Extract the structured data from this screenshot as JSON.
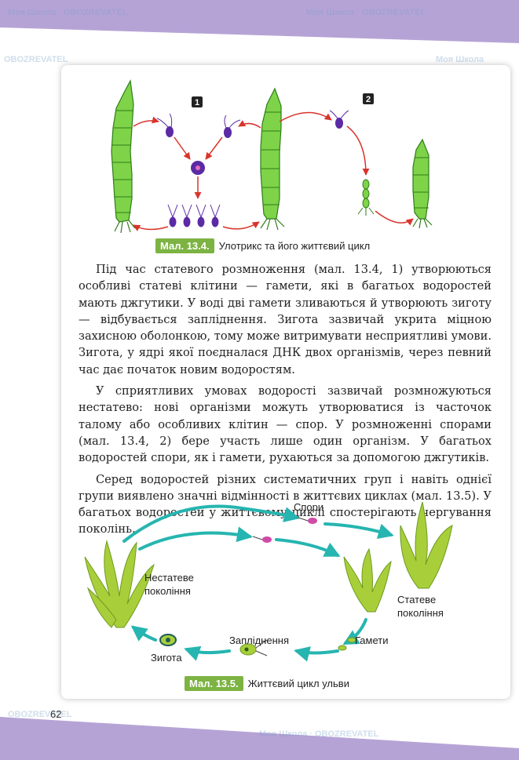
{
  "figure_1": {
    "step_1": "1",
    "step_2": "2",
    "caption_tag": "Мал. 13.4.",
    "caption_text": "Улотрикс та його життєвий цикл"
  },
  "paragraphs": [
    "Під час статевого розмноження (мал. 13.4, 1) утворюються особливі статеві клітини — гамети, які в багатьох водоростей мають джгутики. У воді дві гамети зливаються й утворюють зиготу — відбувається запліднення. Зигота зазвичай укрита міцною захисною оболонкою, тому може витримувати несприятливі умови. Зигота, у ядрі якої поєдналася ДНК двох організмів, через певний час дає початок новим водоростям.",
    "У сприятливих умовах водорості зазвичай розмножуються нестатево: нові організми можуть утворюватися із часточок талому або особливих клітин — спор. У розмноженні спорами (мал. 13.4, 2) бере участь лише один організм. У багатьох водоростей спори, як і гамети, рухаються за допомогою джгутиків.",
    "Серед водоростей різних систематичних груп і навіть однієї групи виявлено значні відмінності в життєвих циклах (мал. 13.5). У багатьох водоростей у життєвому циклі спостерігають чергування поколінь."
  ],
  "figure_2": {
    "label_spores": "Спори",
    "label_asexual": "Нестатеве покоління",
    "label_sexual": "Статеве покоління",
    "label_gametes": "Гамети",
    "label_fertilization": "Запліднення",
    "label_zygote": "Зигота",
    "caption_tag": "Мал. 13.5.",
    "caption_text": "Життєвий цикл ульви"
  },
  "page_number": "62",
  "watermarks": {
    "brand_1": "Моя Школа",
    "brand_2": "OBOZREVATEL"
  },
  "colors": {
    "band": "#b6a3d6",
    "algae_green": "#7ed348",
    "ulva_green": "#a8cf3a",
    "arrow_red": "#d9342b",
    "arrow_teal": "#26b5b0",
    "caption_green": "#7cb342"
  }
}
